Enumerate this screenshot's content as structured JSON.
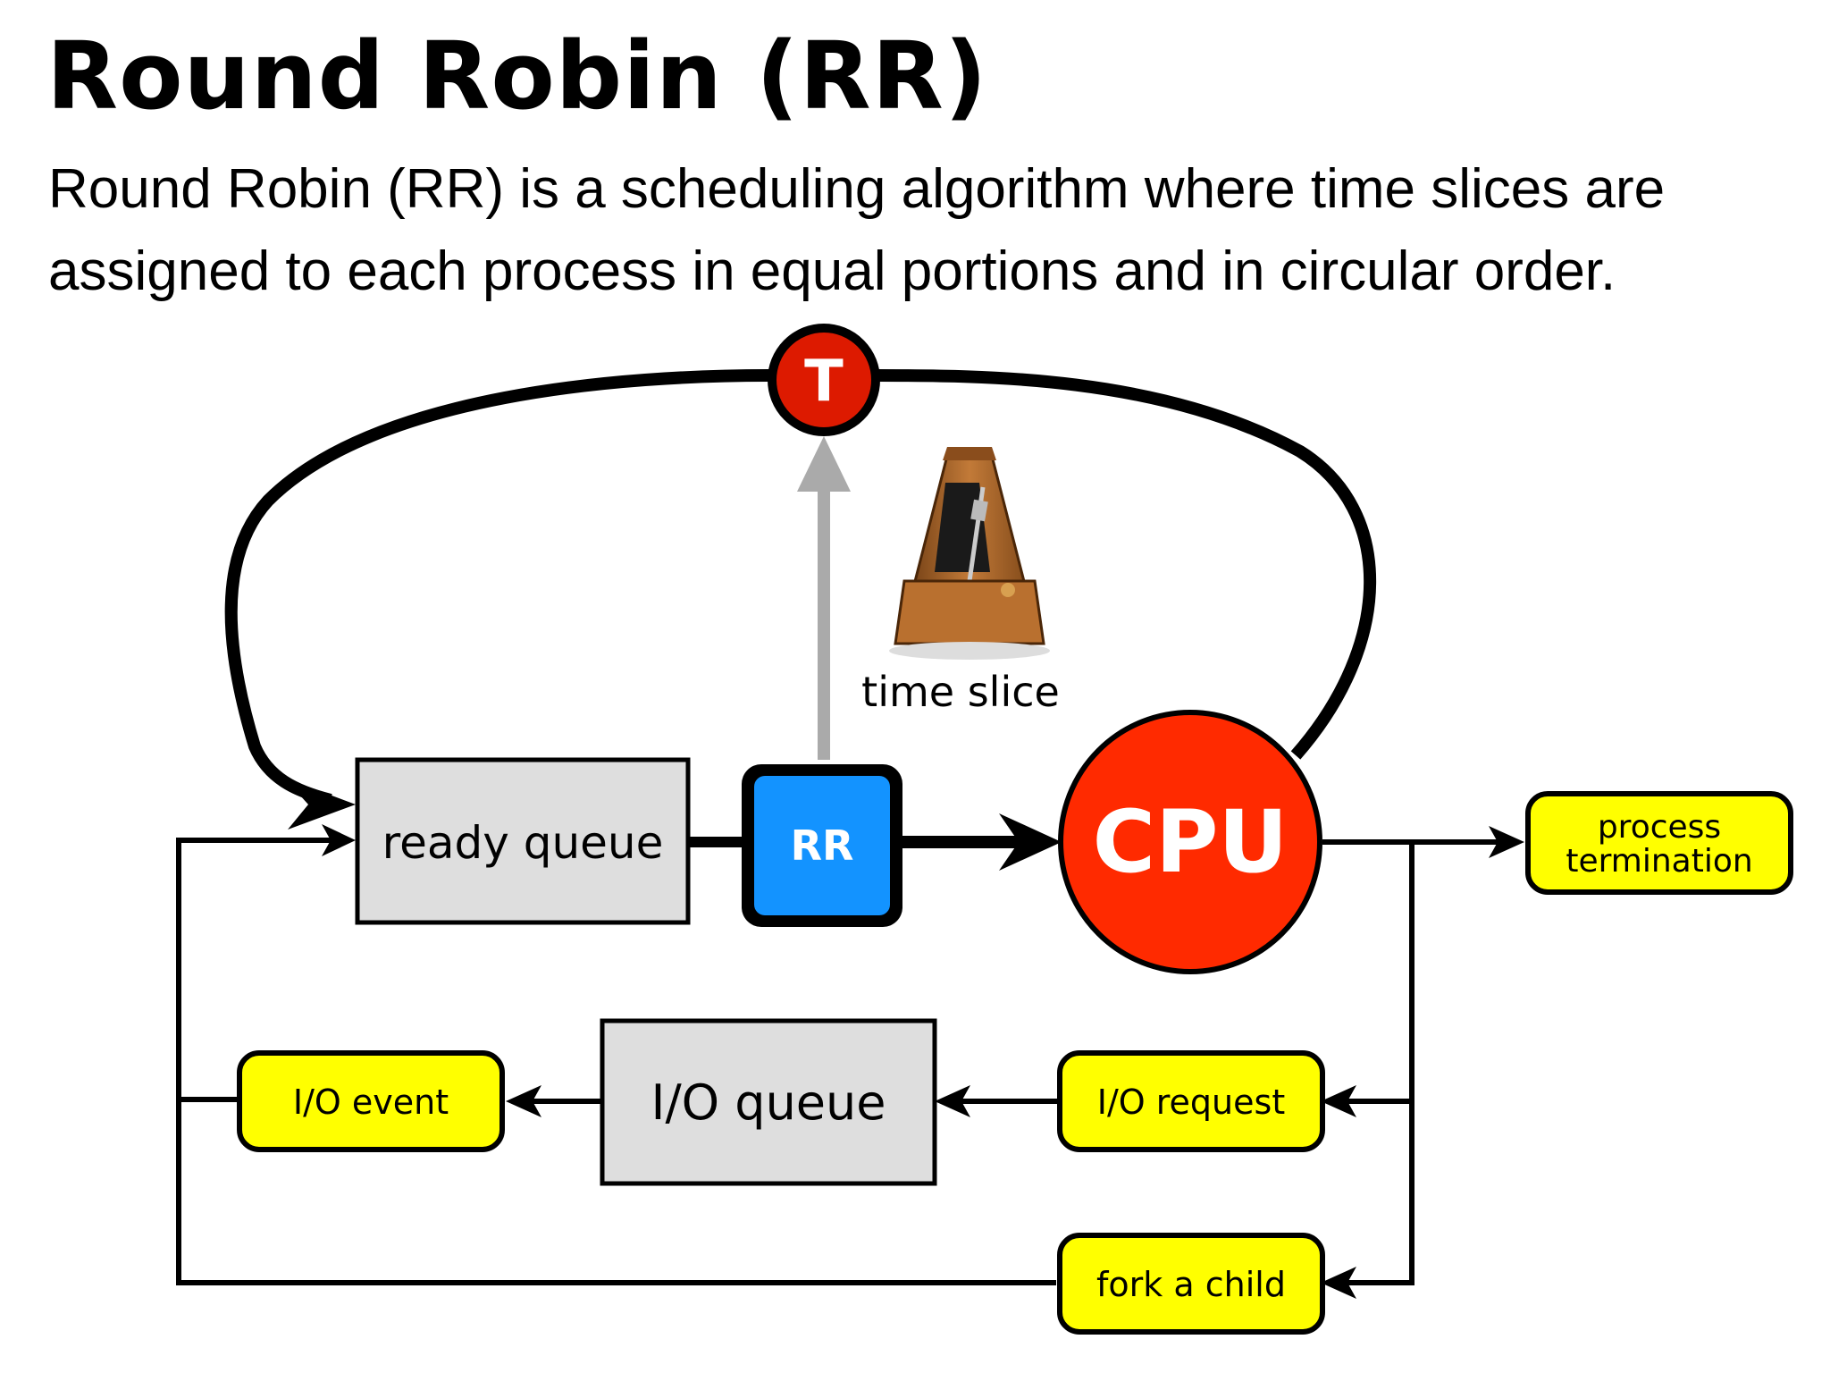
{
  "title": "Round Robin (RR)",
  "description": "Round Robin (RR) is a scheduling algorithm where time slices are assigned to each process in equal portions and in circular order.",
  "nodes": {
    "timer": "T",
    "ready_queue": "ready queue",
    "scheduler": "RR",
    "cpu": "CPU",
    "time_slice": "time slice",
    "termination_line1": "process",
    "termination_line2": "termination",
    "io_queue": "I/O queue",
    "io_event": "I/O event",
    "io_request": "I/O request",
    "fork": "fork a child"
  },
  "colors": {
    "cpu": "#ff2a00",
    "timer": "#dd1a00",
    "scheduler": "#1393ff",
    "queue_fill": "#dedede",
    "event_fill": "#ffff00",
    "timeslice_arrow": "#aaaaaa"
  },
  "icons": {
    "metronome": "metronome-icon"
  }
}
